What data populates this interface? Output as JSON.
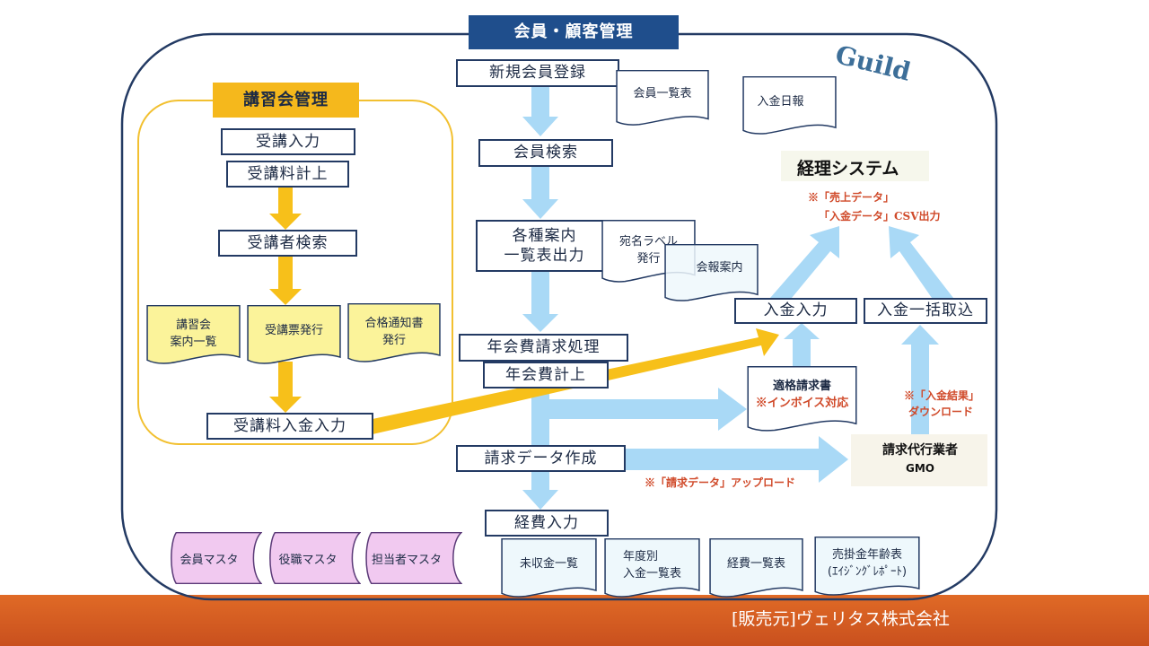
{
  "header": {
    "title": "会員・顧客管理",
    "logo": "Guild"
  },
  "course": {
    "title": "講習会管理",
    "steps": [
      "受講入力",
      "受講料計上",
      "受講者検索",
      "受講料入金入力"
    ],
    "docs": [
      "講習会\n案内一覧",
      "受講票発行",
      "合格通知書\n発行"
    ]
  },
  "member": {
    "steps": [
      "新規会員登録",
      "会員検索",
      "各種案内\n一覧表出力",
      "年会費請求処理",
      "年会費計上",
      "請求データ作成",
      "経費入力"
    ],
    "docs": {
      "member_list": "会員一覧表",
      "daily_report": "入金日報",
      "label": "宛名ラベル\n発行",
      "newsletter": "会報案内",
      "invoice": "適格請求書",
      "invoice_note": "※インボイス対応"
    }
  },
  "accounting": {
    "title": "経理システム",
    "note1": "※「売上データ」",
    "note2": "「入金データ」CSV出力",
    "payment_input": "入金入力",
    "bulk_import": "入金一括取込",
    "download_note1": "※「入金結果」",
    "download_note2": "ダウンロード",
    "agent1": "請求代行業者",
    "agent2": "GMO",
    "upload_note": "※「請求データ」アップロード"
  },
  "reports": [
    "未収金一覧",
    "年度別\n入金一覧表",
    "経費一覧表",
    "売掛金年齢表\n(ｴｲｼﾞﾝｸﾞﾚﾎﾟｰﾄ)"
  ],
  "masters": [
    "会員マスタ",
    "役職マスタ",
    "担当者マスタ"
  ],
  "footer": {
    "vendor": "[販売元]ヴェリタス株式会社"
  },
  "colors": {
    "navy": "#1f4e8c",
    "yellow": "#f5b81c",
    "blue_arrow": "#a9d9f6",
    "orange": "#d35a20",
    "red": "#d04a2a"
  }
}
